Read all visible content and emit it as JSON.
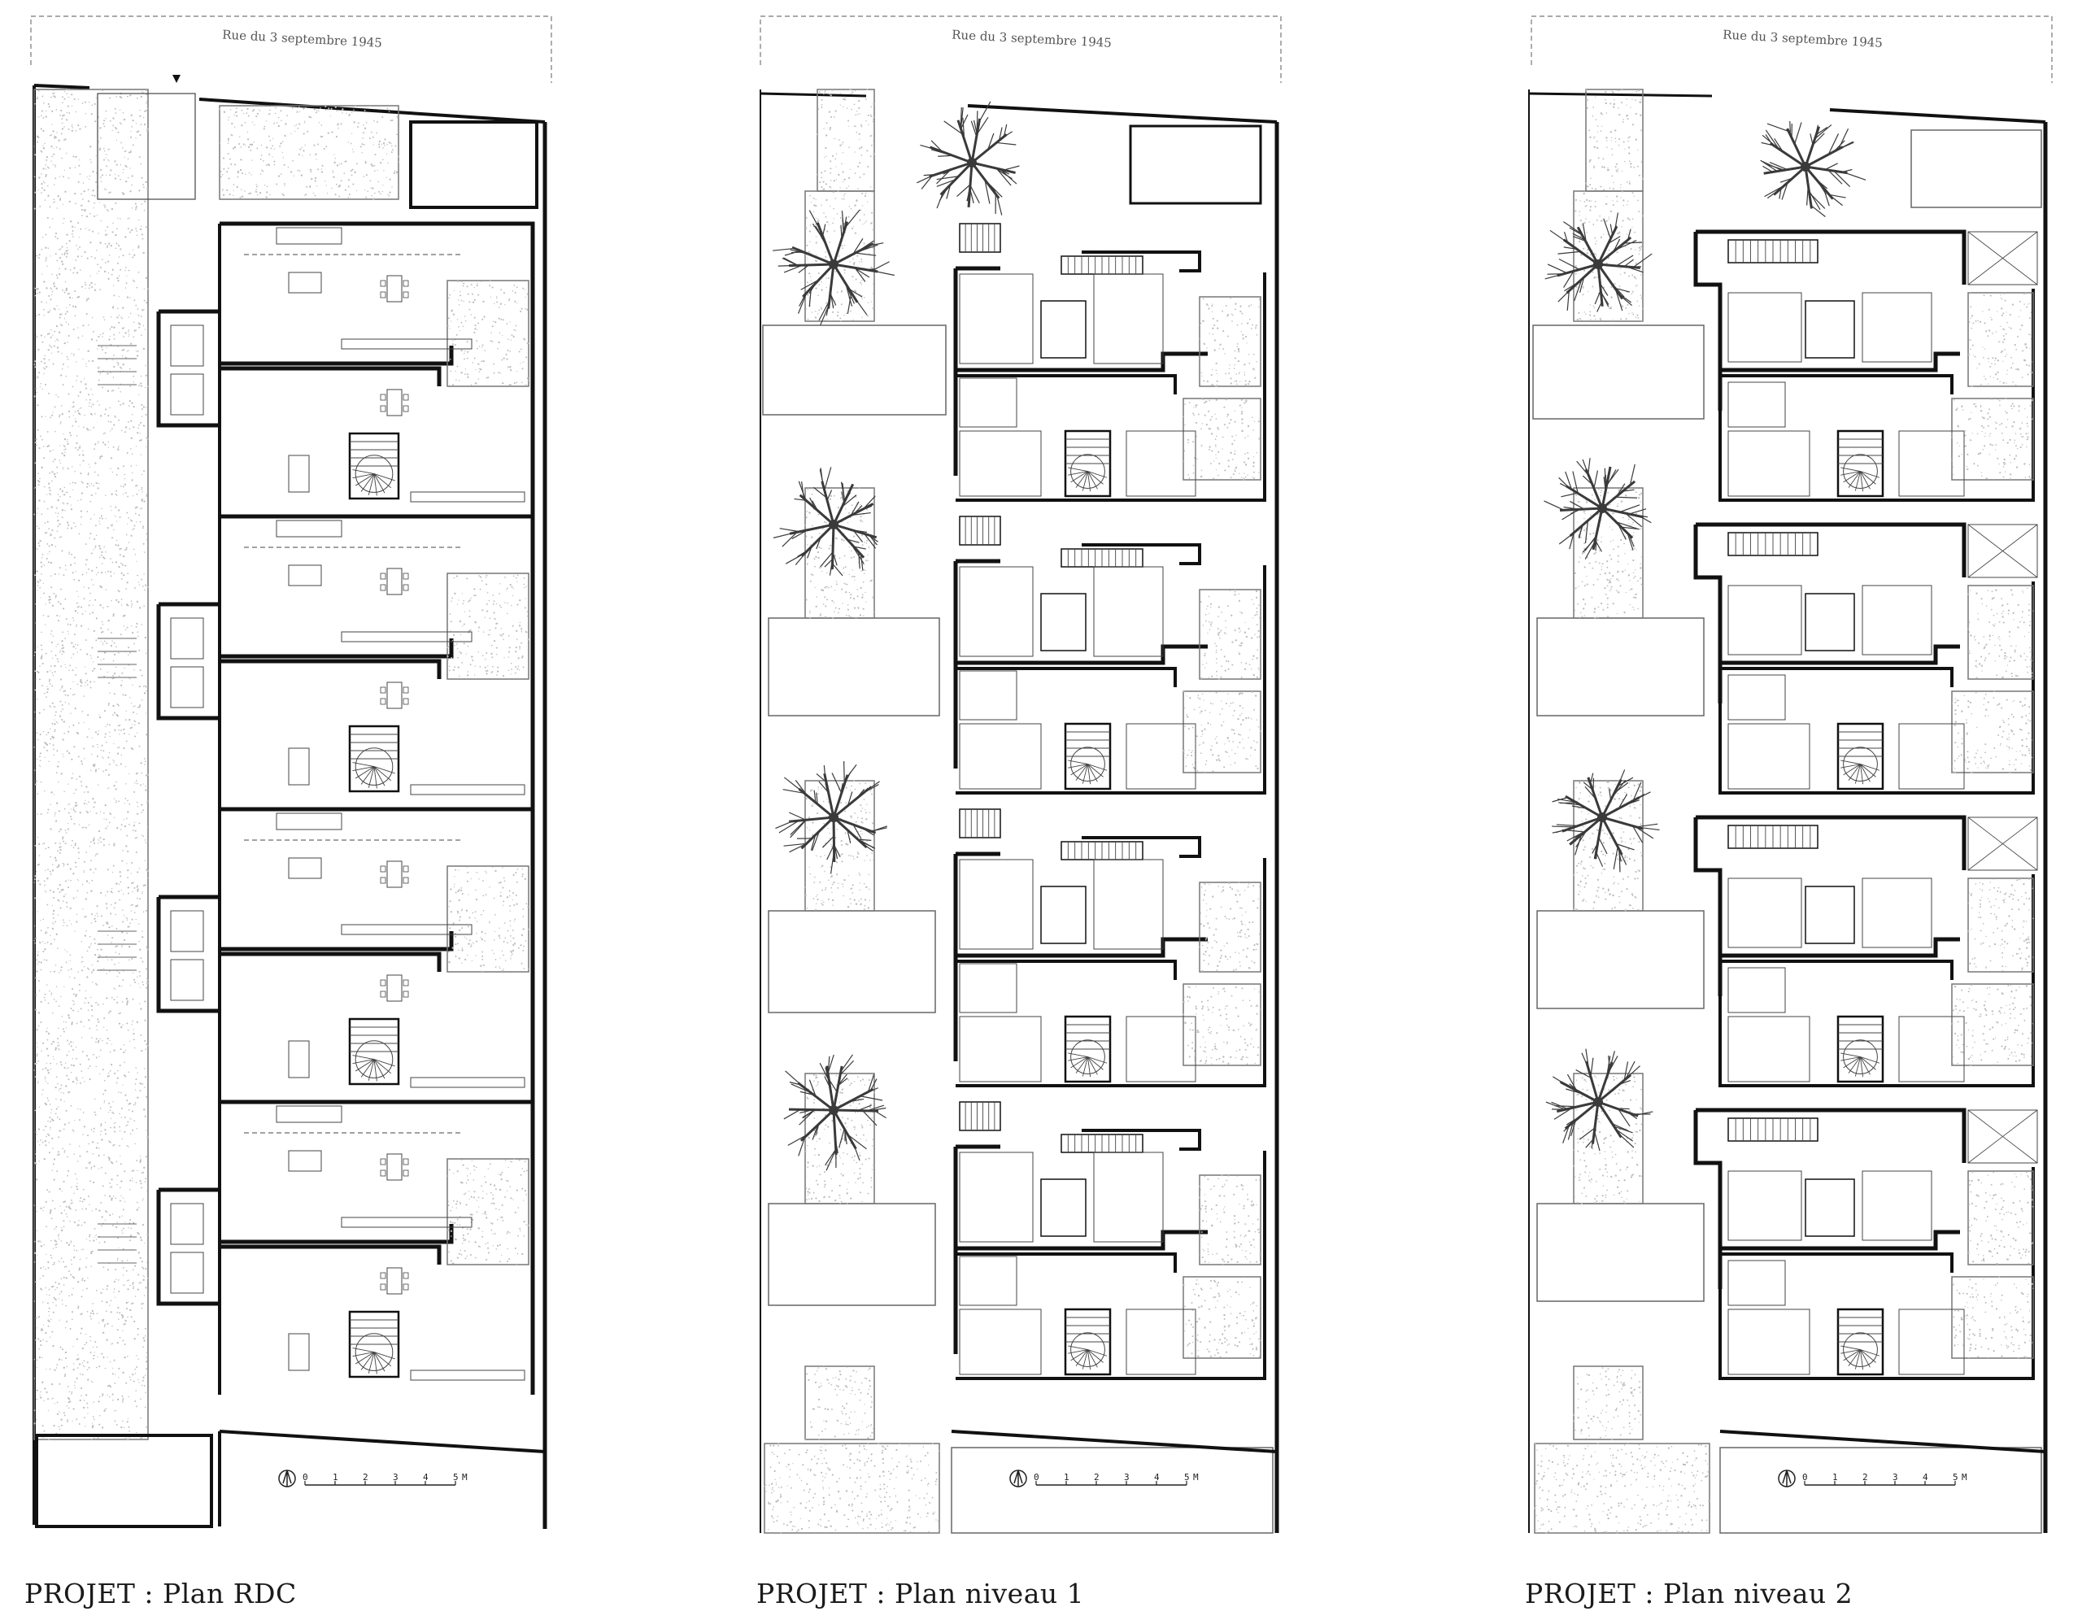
{
  "street_name": "Rue du 3 septembre 1945",
  "scale_bar": {
    "ticks": [
      "0",
      "1",
      "2",
      "3",
      "4",
      "5"
    ],
    "unit": "M"
  },
  "plans": [
    {
      "id": "rdc",
      "title": "PROJET : Plan RDC"
    },
    {
      "id": "niveau1",
      "title": "PROJET : Plan niveau 1"
    },
    {
      "id": "niveau2",
      "title": "PROJET : Plan niveau 2"
    }
  ],
  "colors": {
    "wall": "#111111",
    "line": "#444444",
    "hatch": "#bdbdbd",
    "tree": "#3a3a3a"
  }
}
